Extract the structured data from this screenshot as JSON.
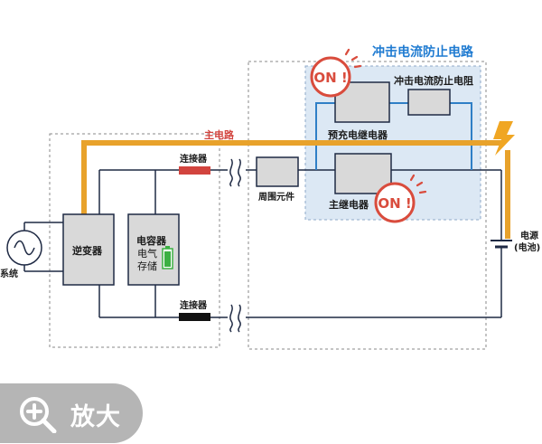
{
  "labels": {
    "surge_prevention_circuit": "冲击电流防止电路",
    "surge_prevention_resistor": "冲击电流防止电阻",
    "main_circuit": "主电路",
    "connector_top": "连接器",
    "connector_bottom": "连接器",
    "peripheral_component": "周围元件",
    "precharge_relay": "预充电继电器",
    "main_relay": "主继电器",
    "inverter": "逆变器",
    "capacitor": "电容器",
    "storage_line1": "电气",
    "storage_line2": "存储",
    "power_source_line1": "电源",
    "power_source_line2": "(电池)",
    "system": "系统",
    "on_badge_1": "ON !",
    "on_badge_2": "ON !"
  },
  "zoom_button": {
    "label": "放大",
    "icon": "zoom-in-icon"
  },
  "colors": {
    "main_path": "#e8a22b",
    "circuit_line": "#1f2a44",
    "precharge_path": "#2f7fc6",
    "surge_region_fill": "#dce8f4",
    "connector_red": "#d2443e",
    "connector_black": "#111111",
    "on_badge": "#d94c3d",
    "title_blue": "#1f7bd1",
    "main_label_red": "#d2443e",
    "battery_indicator": "#3cb043",
    "component_fill": "#d9d9d9"
  }
}
